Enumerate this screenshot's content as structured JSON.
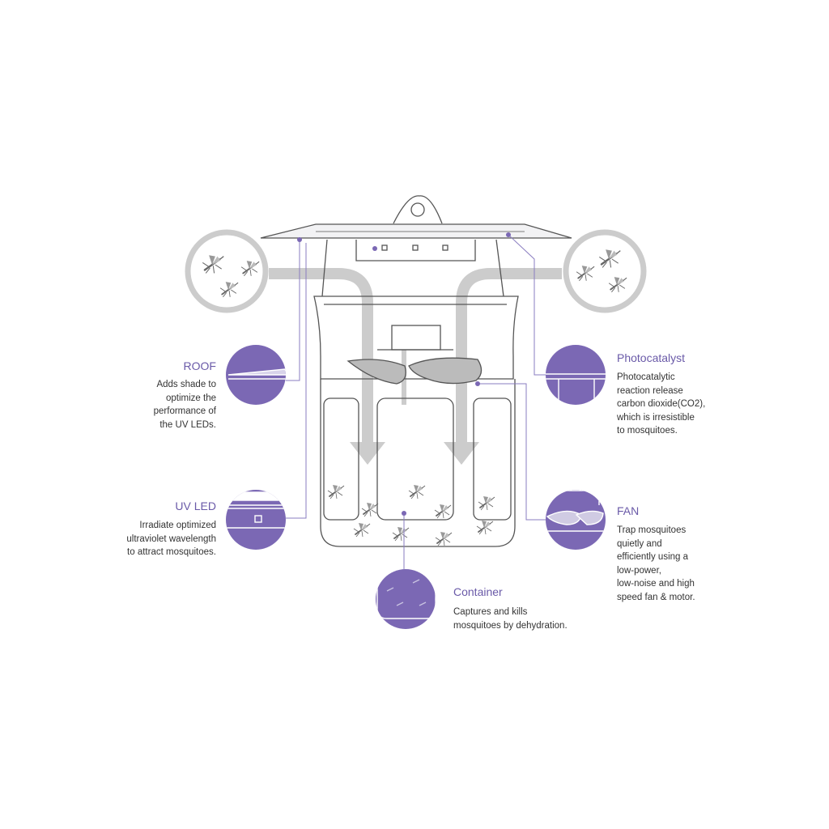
{
  "colors": {
    "accent": "#7b68b4",
    "title": "#6a5aa8",
    "outline": "#555555",
    "airflow": "#cccccc",
    "text": "#333333"
  },
  "callouts": {
    "roof": {
      "title": "ROOF",
      "lines": [
        "Adds shade to",
        "optimize the",
        "performance of",
        "the UV LEDs."
      ]
    },
    "uv_led": {
      "title": "UV LED",
      "lines": [
        "Irradiate optimized",
        "ultraviolet wavelength",
        "to attract mosquitoes."
      ]
    },
    "photocatalyst": {
      "title": "Photocatalyst",
      "lines": [
        "Photocatalytic",
        "reaction release",
        "carbon dioxide(CO2),",
        "which is irresistible",
        "to mosquitoes."
      ]
    },
    "fan": {
      "title": "FAN",
      "lines": [
        "Trap mosquitoes",
        "quietly and",
        "efficiently using a",
        "low-power,",
        "low-noise and high",
        "speed fan & motor."
      ]
    },
    "container": {
      "title": "Container",
      "lines": [
        "Captures and kills",
        "mosquitoes by dehydration."
      ]
    }
  }
}
